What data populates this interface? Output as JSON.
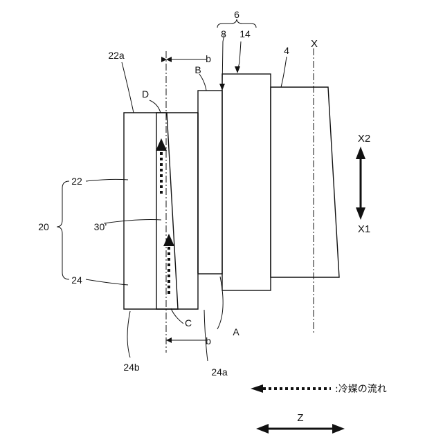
{
  "labels": {
    "ref_6": "6",
    "ref_8": "8",
    "ref_14": "14",
    "ref_4": "4",
    "axis_x": "X",
    "ref_22a": "22a",
    "ref_b_top": "b",
    "ref_B": "B",
    "ref_D": "D",
    "ref_22": "22",
    "ref_20": "20",
    "ref_30p": "30’",
    "ref_24": "24",
    "ref_C": "C",
    "ref_A": "A",
    "ref_b_bottom": "b",
    "ref_24b": "24b",
    "ref_24a": "24a",
    "dir_x2": "X2",
    "dir_x1": "X1",
    "dir_z": "Z",
    "legend_text": ":冷媒の流れ"
  },
  "colors": {
    "line": "#111111",
    "background": "#ffffff"
  }
}
